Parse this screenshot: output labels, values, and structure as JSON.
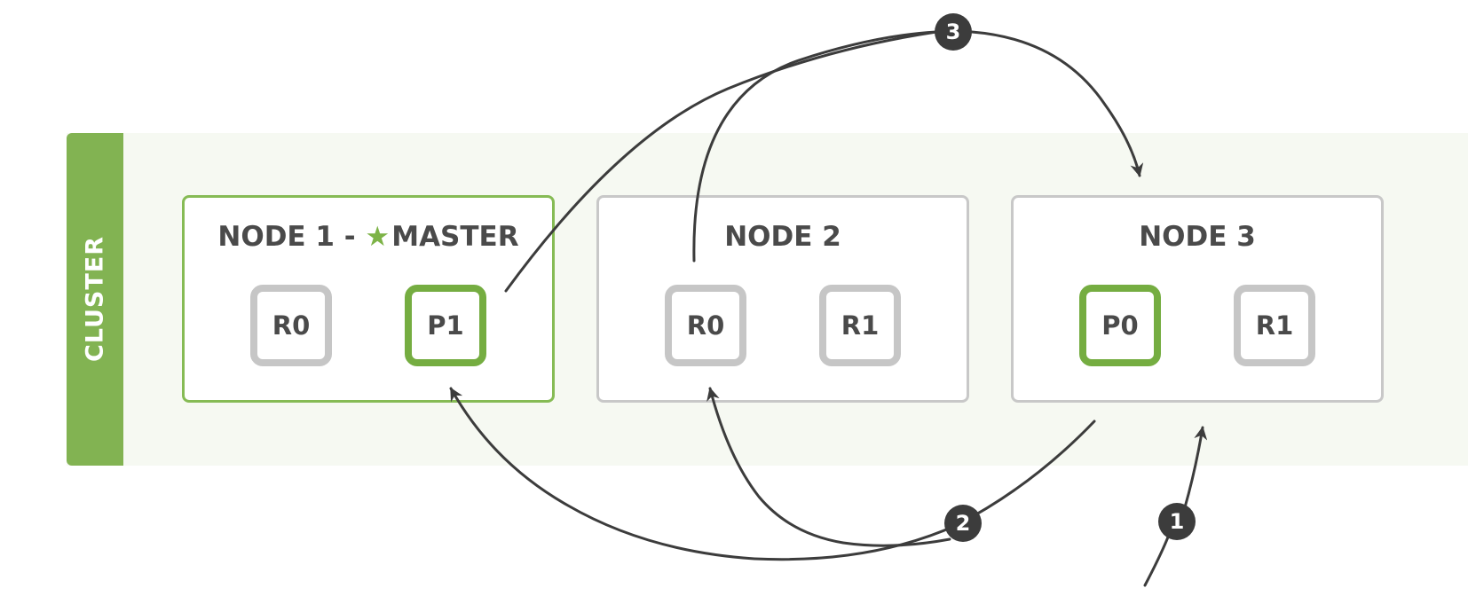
{
  "cluster": {
    "label": "CLUSTER"
  },
  "nodes": [
    {
      "title_prefix": "NODE 1 - ",
      "master_label": "MASTER",
      "shards": [
        {
          "label": "R0",
          "type": "replica"
        },
        {
          "label": "P1",
          "type": "primary"
        }
      ]
    },
    {
      "title": "NODE 2",
      "shards": [
        {
          "label": "R0",
          "type": "replica"
        },
        {
          "label": "R1",
          "type": "replica"
        }
      ]
    },
    {
      "title": "NODE 3",
      "shards": [
        {
          "label": "P0",
          "type": "primary"
        },
        {
          "label": "R1",
          "type": "replica"
        }
      ]
    }
  ],
  "steps": [
    "1",
    "2",
    "3"
  ],
  "icons": {
    "master": "star-icon"
  },
  "colors": {
    "primary": "#75ad41",
    "replica": "#c6c6c6",
    "cluster": "#82b352",
    "arrow": "#3c3c3c"
  }
}
